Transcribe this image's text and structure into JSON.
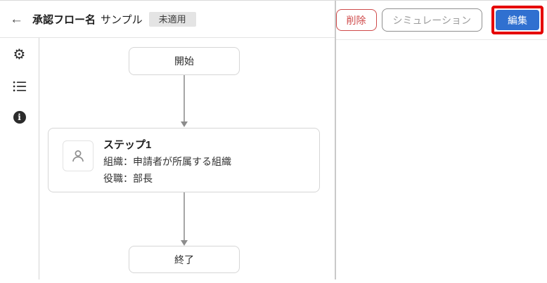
{
  "header": {
    "back_icon": "←",
    "title": "承認フロー名",
    "name": "サンプル",
    "status_badge": "未適用"
  },
  "sidebar": {
    "icons": [
      {
        "name": "gear-icon",
        "glyph": "⚙"
      },
      {
        "name": "list-icon"
      },
      {
        "name": "info-icon",
        "glyph": "i"
      }
    ]
  },
  "flow": {
    "start_label": "開始",
    "steps": [
      {
        "title": "ステップ1",
        "lines": [
          "組織：申請者が所属する組織",
          "役職：部長"
        ]
      }
    ],
    "end_label": "終了"
  },
  "actions": {
    "delete_label": "削除",
    "simulation_label": "シミュレーション",
    "edit_label": "編集"
  },
  "colors": {
    "edit_button_bg": "#3070d0",
    "edit_highlight_border": "#e50000",
    "delete_button": "#cf4a4a",
    "badge_bg": "#e4e4e4",
    "divider": "#c9c9c9"
  }
}
